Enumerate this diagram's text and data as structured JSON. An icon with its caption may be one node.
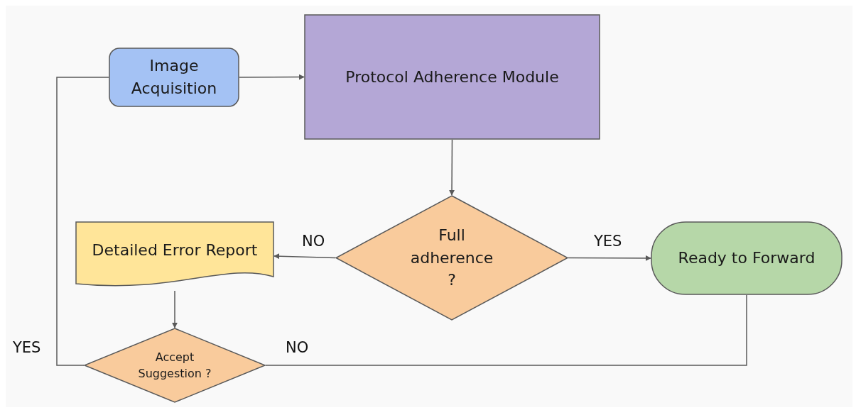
{
  "diagram": {
    "nodes": [
      {
        "text": [
          "Image Acquisition"
        ]
      },
      {
        "text": [
          "Protocol Adherence Module"
        ]
      },
      {
        "text": [
          "Full adherence ?"
        ]
      },
      {
        "text": [
          "Detailed Error Report"
        ]
      },
      {
        "text": [
          "Accept Suggestion ?"
        ]
      },
      {
        "text": [
          "Ready to Forward"
        ]
      }
    ],
    "edges": [
      {
        "from": 0,
        "to": 1,
        "arrow": "to"
      },
      {
        "from": 1,
        "to": 2,
        "arrow": "to"
      },
      {
        "from": 2,
        "to": 3,
        "arrow": "to",
        "label": "NO"
      },
      {
        "from": 2,
        "to": 5,
        "arrow": "to",
        "label": "YES"
      },
      {
        "from": 3,
        "to": 4,
        "arrow": "to"
      },
      {
        "from": 4,
        "to": 0,
        "arrow": "none",
        "label": "YES"
      },
      {
        "from": 4,
        "to": 5,
        "arrow": "none",
        "label": "NO"
      }
    ]
  }
}
